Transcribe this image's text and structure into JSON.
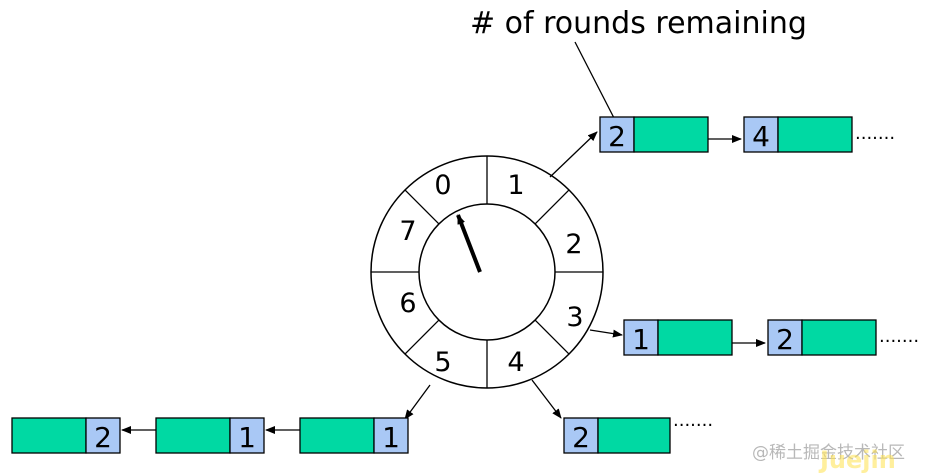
{
  "annotation": "# of rounds remaining",
  "wheel": {
    "slots": [
      "0",
      "1",
      "2",
      "3",
      "4",
      "5",
      "6",
      "7"
    ]
  },
  "lists": {
    "slot1": [
      "2",
      "4"
    ],
    "slot3": [
      "1",
      "2"
    ],
    "slot4": [
      "2"
    ],
    "slot5": [
      "2",
      "1",
      "1"
    ]
  },
  "ellipsis": "·······",
  "watermark": {
    "text": "@稀土掘金技术社区",
    "brand": "Juejin"
  },
  "colors": {
    "round_cell": "#a9c8f5",
    "payload_cell": "#00d9a3",
    "stroke": "#000000"
  }
}
